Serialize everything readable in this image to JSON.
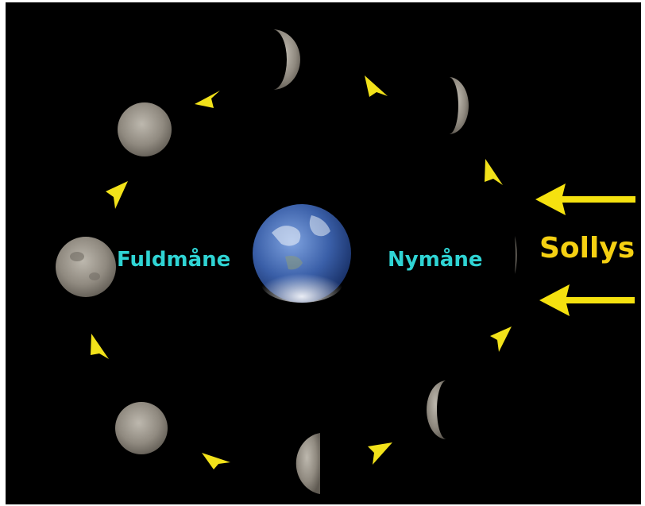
{
  "labels": {
    "full_moon": "Fuldmåne",
    "new_moon": "Nymåne",
    "sunlight": "Sollys"
  },
  "colors": {
    "background": "#000000",
    "label_moon": "#2fd4d4",
    "label_sun": "#f5d012",
    "arrow": "#f2e21a",
    "moon_lit": "#9a958c",
    "moon_dark": "#050505",
    "earth_ocean": "#3a5fa8"
  },
  "icons": [
    "earth-image",
    "moon-phase",
    "orbit-arrow",
    "sunlight-arrow"
  ]
}
